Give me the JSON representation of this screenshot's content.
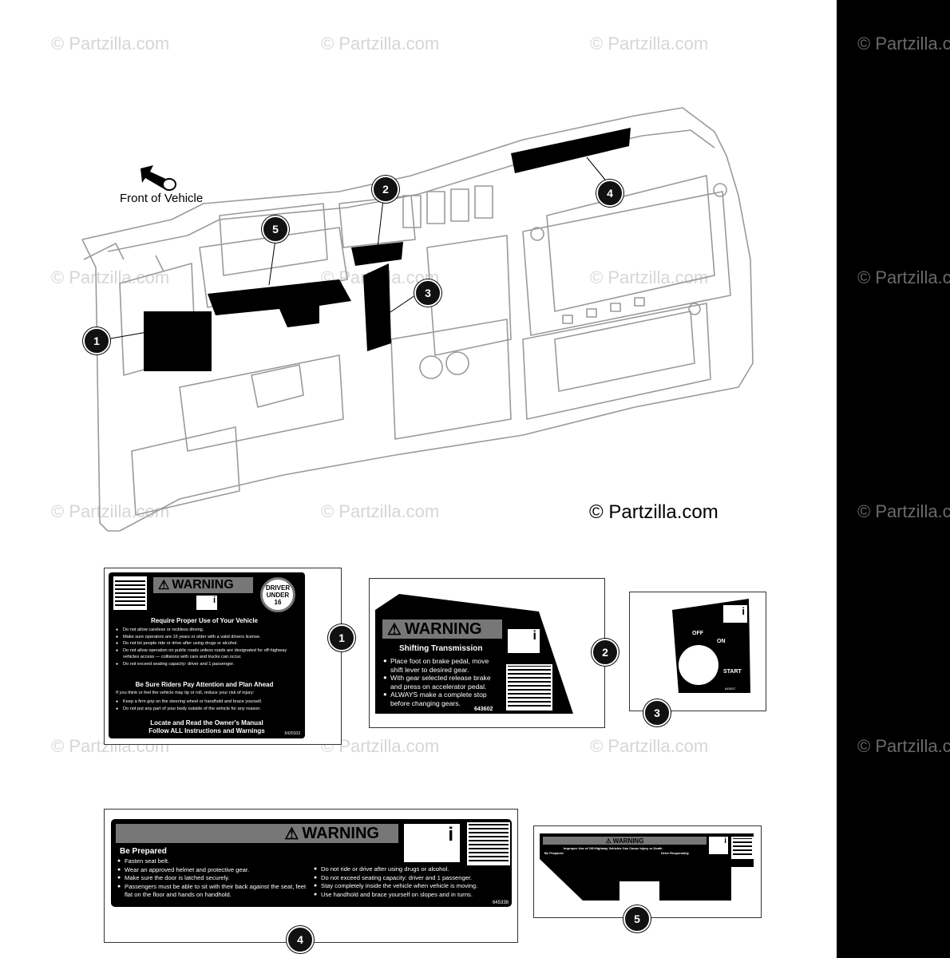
{
  "watermark": "© Partzilla.com",
  "copyright": "© Partzilla.com",
  "front_label": "Front of Vehicle",
  "callouts": [
    "1",
    "2",
    "3",
    "4",
    "5"
  ],
  "label1": {
    "warning": "WARNING",
    "badge": [
      "DRIVER",
      "UNDER",
      "16"
    ],
    "heading": "Require Proper Use of Your Vehicle",
    "bullets": [
      "Do not allow careless or reckless driving.",
      "Make sure operators are 16 years or older with a valid drivers license.",
      "Do not let people ride or drive after using drugs or alcohol.",
      "Do not allow operation on public roads unless roads are designated for off-highway vehicles access — collisions with cars and trucks can occur.",
      "Do not exceed seating capacity: driver and 1 passenger."
    ],
    "heading2": "Be Sure Riders Pay Attention and Plan Ahead",
    "line2": "If you think or feel the vehicle may tip or roll, reduce your risk of injury:",
    "bullets2": [
      "Keep a firm grip on the steering wheel or handhold and brace yourself.",
      "Do not put any part of your body outside of the vehicle for any reason."
    ],
    "footer1": "Locate and Read the Owner's Manual",
    "footer2": "Follow ALL Instructions and Warnings",
    "partno": "5420103"
  },
  "label2": {
    "warning": "WARNING",
    "heading": "Shifting Transmission",
    "bullets": [
      "Place foot on brake pedal, move shift lever to desired gear.",
      "With gear selected release brake and press on accelerator pedal.",
      "ALWAYS make a complete stop before changing gears."
    ],
    "partno": "643602"
  },
  "label3": {
    "off": "OFF",
    "on": "ON",
    "start": "START",
    "partno": "645037"
  },
  "label4": {
    "warning": "WARNING",
    "heading": "Be Prepared",
    "bullets_left": [
      "Fasten seat belt.",
      "Wear an approved helmet and protective gear.",
      "Make sure the door is latched securely.",
      "Passengers must be able to sit with their back against the seat, feet flat on the floor and hands on handhold."
    ],
    "bullets_right": [
      "Do not ride or drive after using drugs or alcohol.",
      "Do not exceed seating capacity: driver and 1 passenger.",
      "Stay completely inside the vehicle when vehicle is moving.",
      "Use handhold and brace yourself on slopes and in turns."
    ],
    "partno": "645338"
  },
  "label5": {
    "warning": "WARNING",
    "heading": "Improper Use of Off-Highway Vehicles Can Cause Injury or Death",
    "left_title": "Be Prepared",
    "right_title": "Drive Responsibly"
  }
}
